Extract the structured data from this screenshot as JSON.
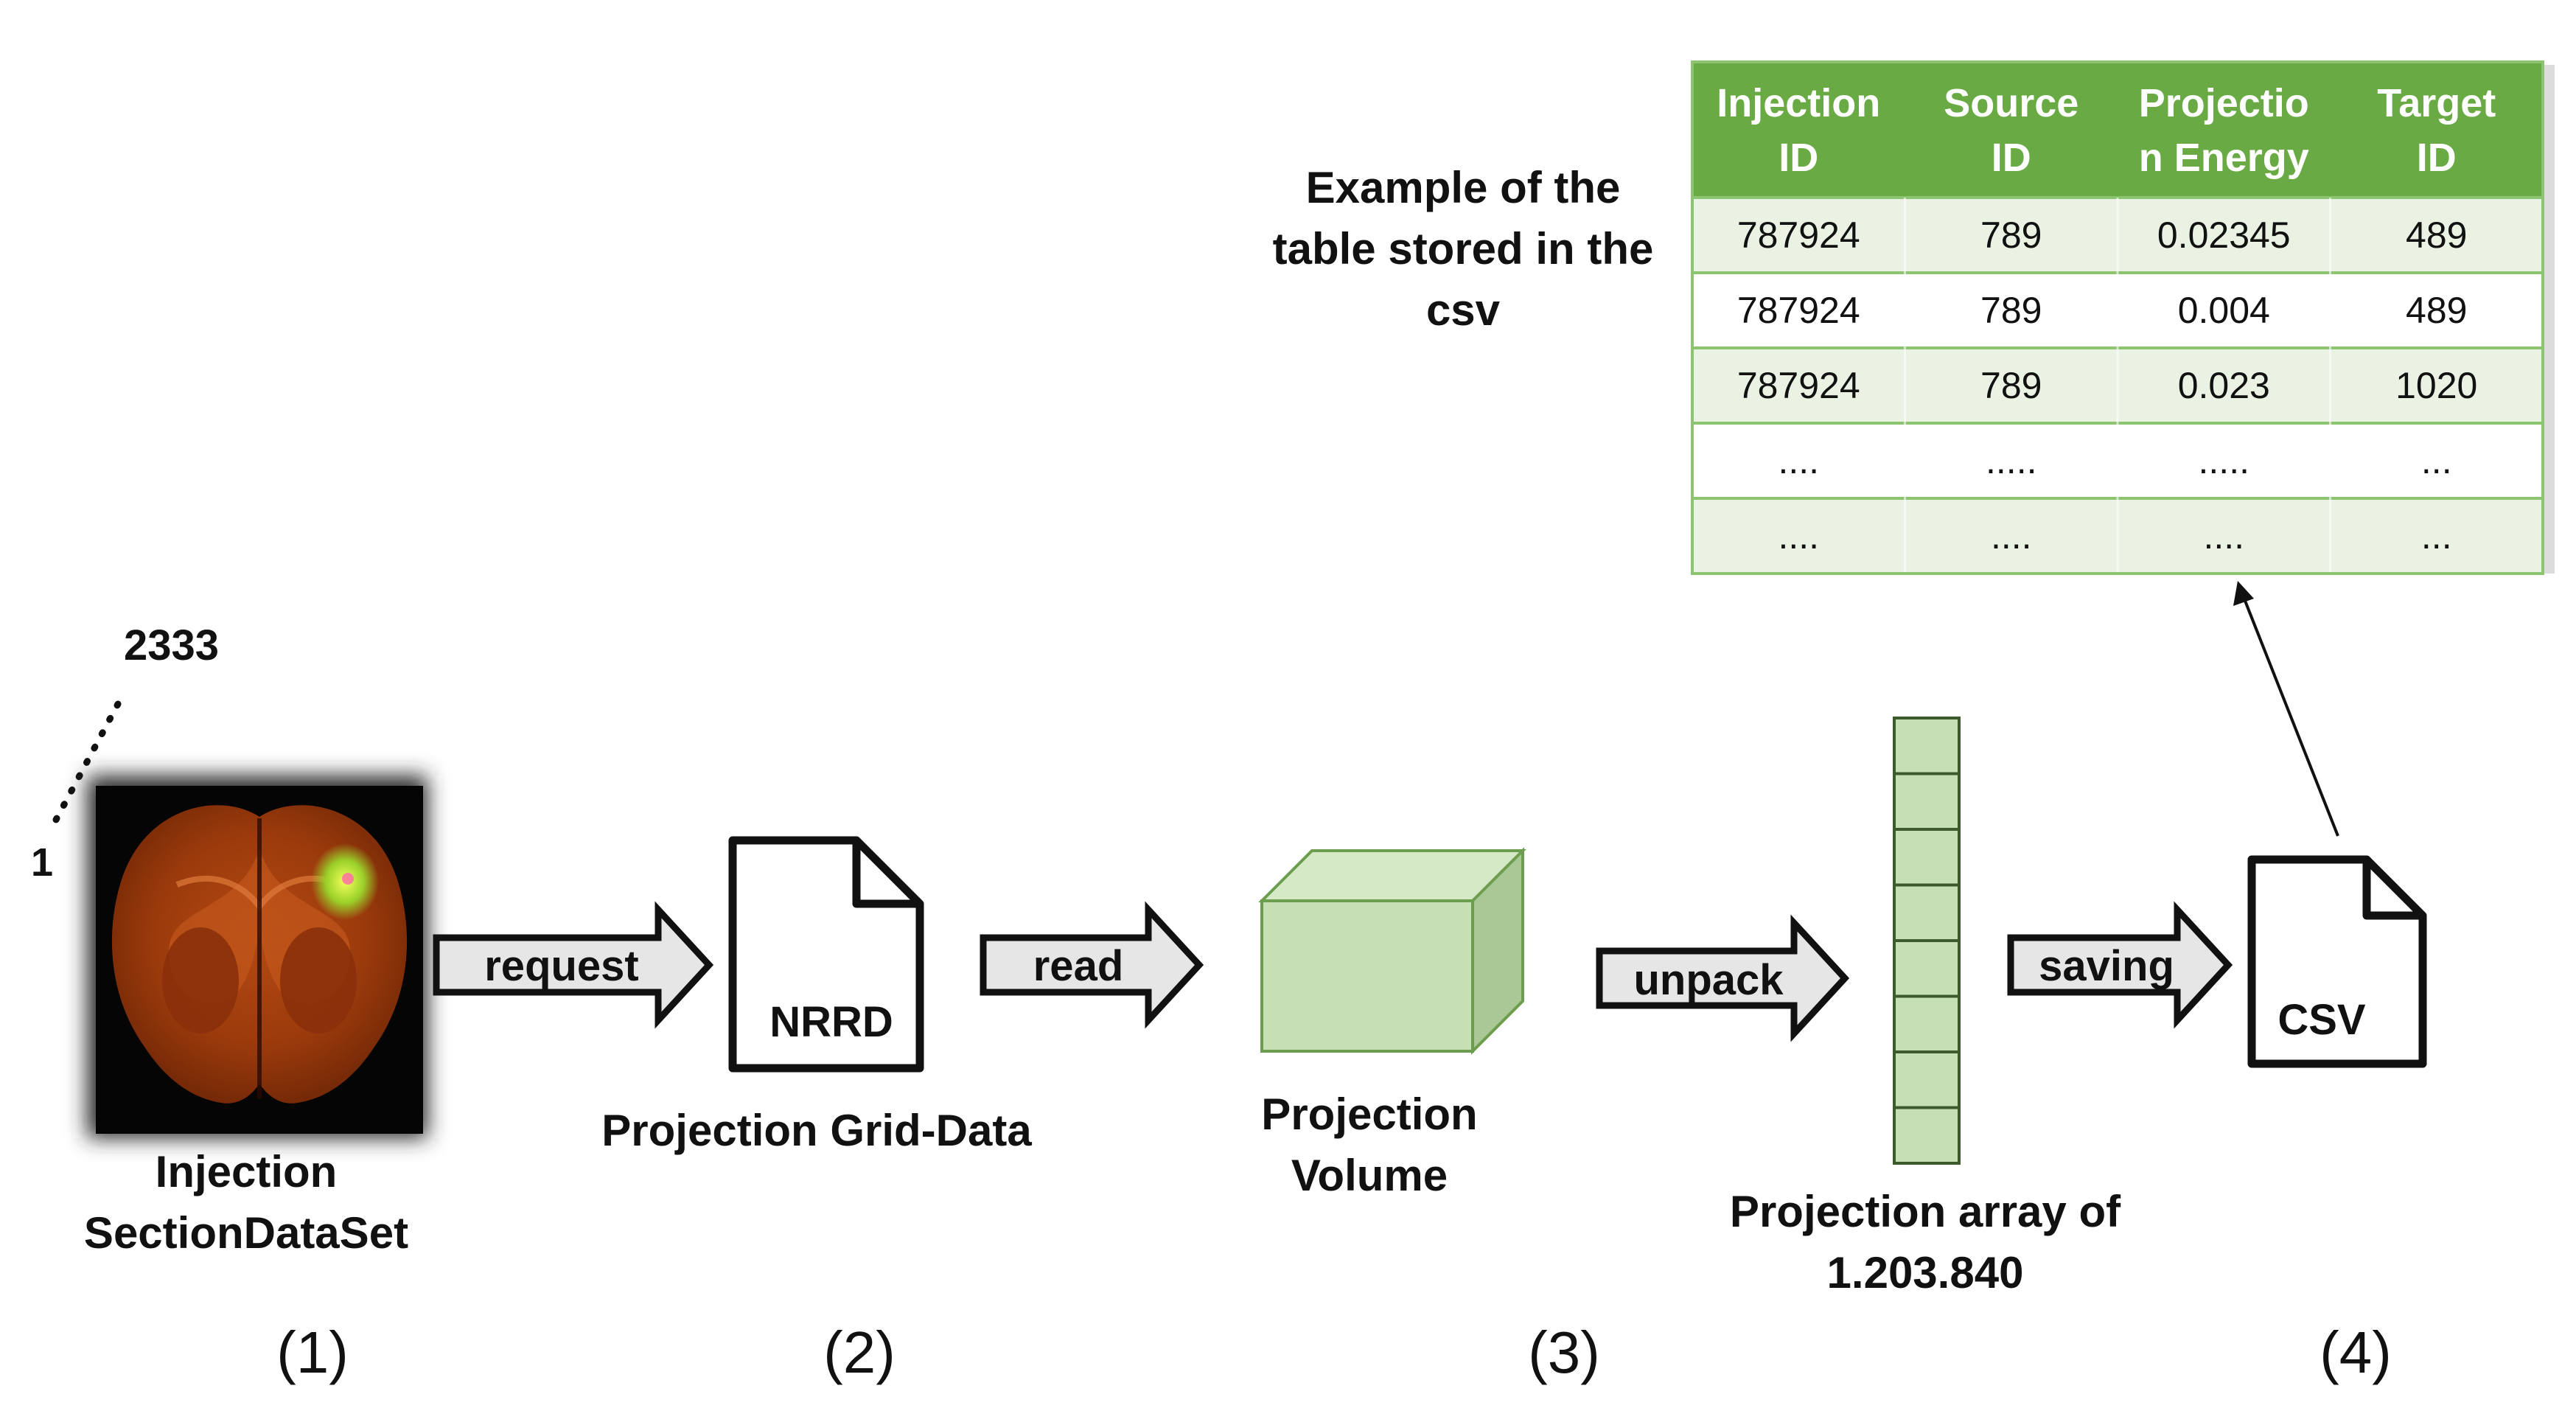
{
  "colors": {
    "table_header": "#6aaa45",
    "table_row_shaded": "#e9f2e3",
    "table_row_plain": "#ffffff",
    "table_border": "#8cc46f",
    "volume_front": "#c6e0b4",
    "volume_top": "#d5e9c6",
    "volume_side": "#a9c896",
    "volume_edge": "#6d9e4f",
    "array_cell": "#c6e0b4",
    "array_edge": "#3d5a2d",
    "arrow_fill": "#e6e6e6",
    "stroke": "#111111"
  },
  "step1": {
    "image_icon": "brain-section-image-icon",
    "axis_top": "2333",
    "axis_left": "1",
    "label_line1": "Injection",
    "label_line2": "SectionDataSet",
    "step": "(1)"
  },
  "arrow_request": {
    "label": "request"
  },
  "step2": {
    "doc_icon": "document-icon",
    "doc_label": "NRRD",
    "label": "Projection Grid-Data",
    "step": "(2)"
  },
  "arrow_read": {
    "label": "read"
  },
  "step3": {
    "cube_icon": "cube-volume-icon",
    "label_line1": "Projection",
    "label_line2": "Volume",
    "step": "(3)"
  },
  "arrow_unpack": {
    "label": "unpack"
  },
  "array": {
    "cells": 8,
    "label_line1": "Projection array of",
    "label_line2": "1.203.840"
  },
  "arrow_saving": {
    "label": "saving"
  },
  "step4": {
    "doc_icon": "document-icon",
    "doc_label": "CSV",
    "step": "(4)"
  },
  "caption": {
    "line1": "Example of the",
    "line2": "table stored in the",
    "line3": "csv"
  },
  "table": {
    "headers": [
      [
        "Injection",
        "ID"
      ],
      [
        "Source",
        "ID"
      ],
      [
        "Projectio",
        "n Energy"
      ],
      [
        "Target",
        "ID"
      ]
    ],
    "rows": [
      [
        "787924",
        "789",
        "0.02345",
        "489"
      ],
      [
        "787924",
        "789",
        "0.004",
        "489"
      ],
      [
        "787924",
        "789",
        "0.023",
        "1020"
      ],
      [
        "....",
        ".....",
        ".....",
        "..."
      ],
      [
        "....",
        "....",
        "....",
        "..."
      ]
    ]
  }
}
